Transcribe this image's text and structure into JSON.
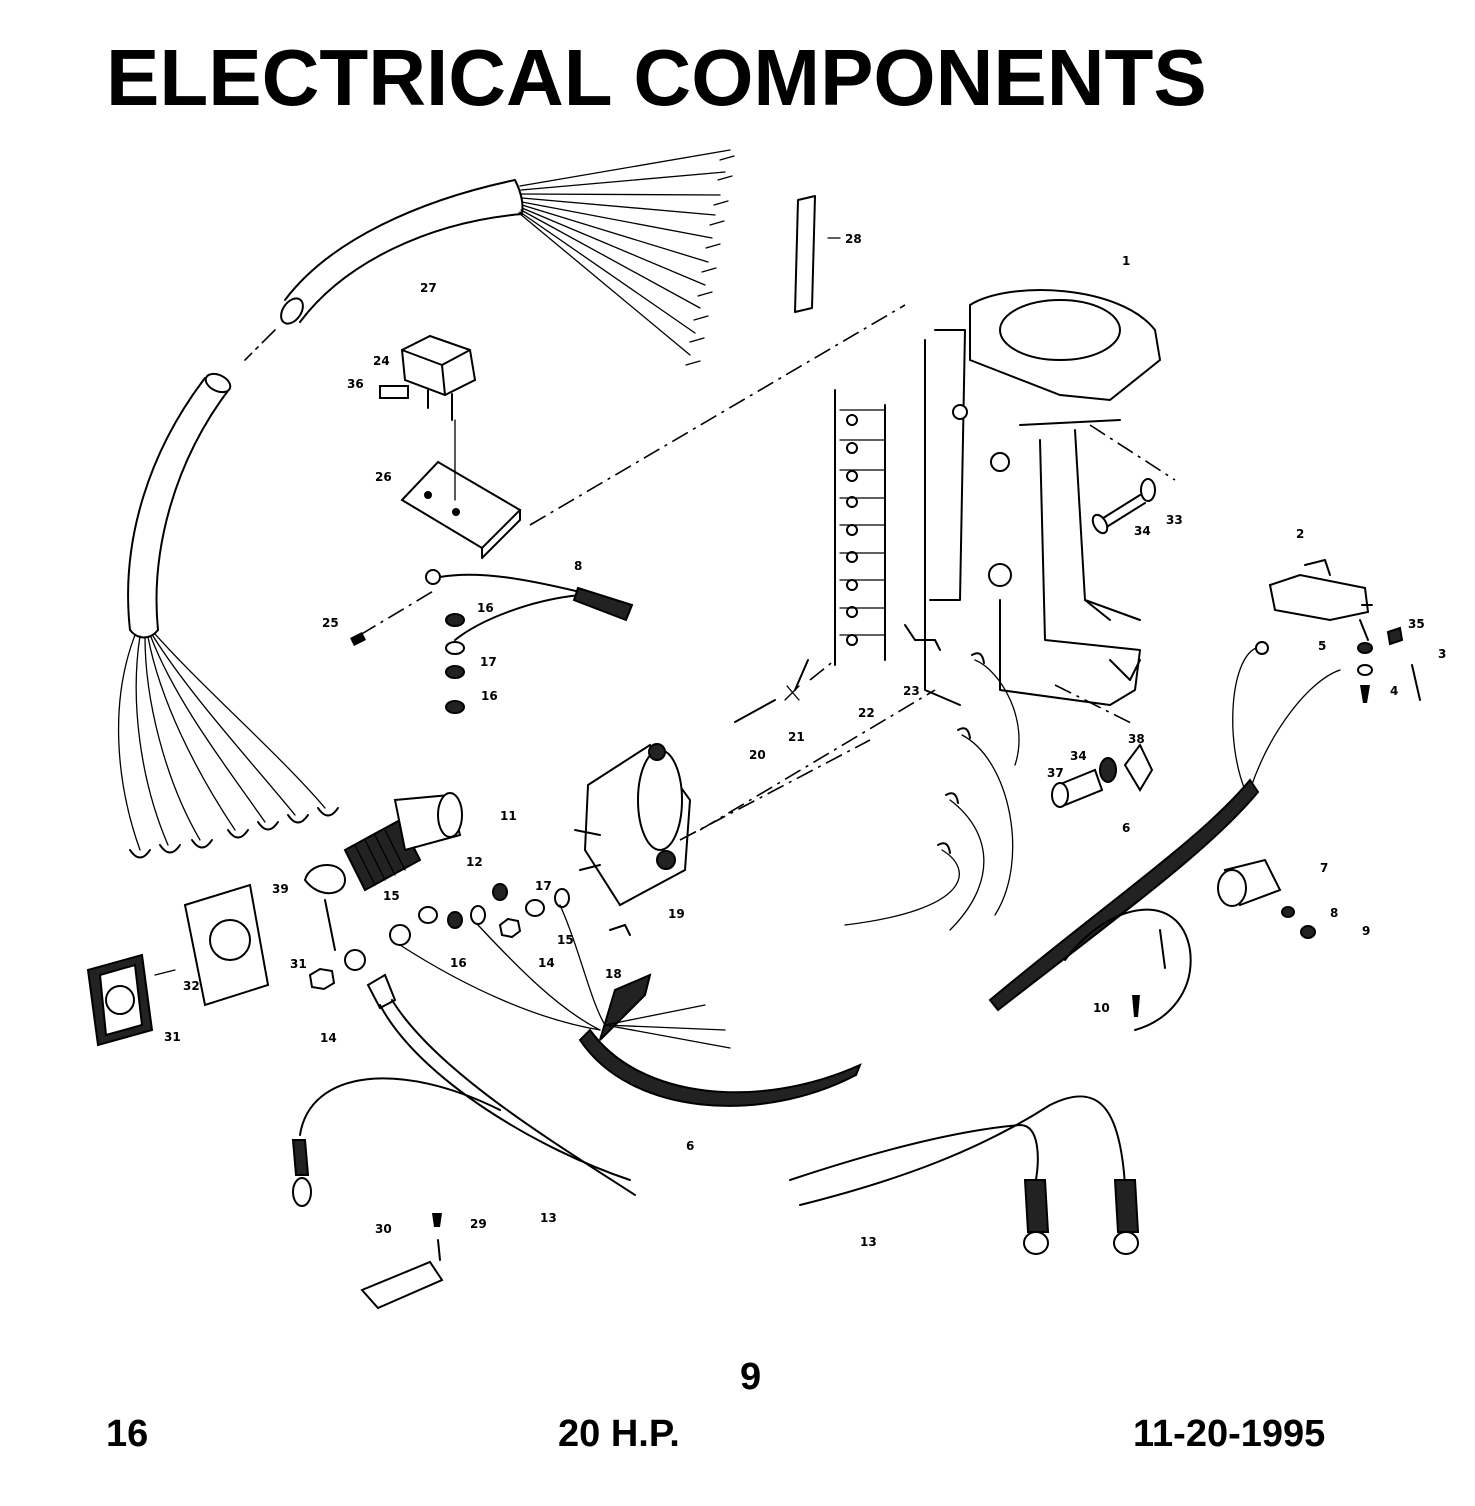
{
  "page": {
    "title": "ELECTRICAL COMPONENTS",
    "page_ref": "9",
    "page_number": "16",
    "model": "20 H.P.",
    "date": "11-20-1995"
  },
  "diagram": {
    "callouts": [
      {
        "id": "c1",
        "label": "1"
      },
      {
        "id": "c2",
        "label": "2"
      },
      {
        "id": "c3",
        "label": "3"
      },
      {
        "id": "c4",
        "label": "4"
      },
      {
        "id": "c5",
        "label": "5"
      },
      {
        "id": "c6a",
        "label": "6"
      },
      {
        "id": "c6b",
        "label": "6"
      },
      {
        "id": "c7",
        "label": "7"
      },
      {
        "id": "c8a",
        "label": "8"
      },
      {
        "id": "c8b",
        "label": "8"
      },
      {
        "id": "c9",
        "label": "9"
      },
      {
        "id": "c10",
        "label": "10"
      },
      {
        "id": "c11",
        "label": "11"
      },
      {
        "id": "c12",
        "label": "12"
      },
      {
        "id": "c13a",
        "label": "13"
      },
      {
        "id": "c13b",
        "label": "13"
      },
      {
        "id": "c14a",
        "label": "14"
      },
      {
        "id": "c14b",
        "label": "14"
      },
      {
        "id": "c15a",
        "label": "15"
      },
      {
        "id": "c15b",
        "label": "15"
      },
      {
        "id": "c16a",
        "label": "16"
      },
      {
        "id": "c16b",
        "label": "16"
      },
      {
        "id": "c16c",
        "label": "16"
      },
      {
        "id": "c17a",
        "label": "17"
      },
      {
        "id": "c17b",
        "label": "17"
      },
      {
        "id": "c18",
        "label": "18"
      },
      {
        "id": "c19",
        "label": "19"
      },
      {
        "id": "c20",
        "label": "20"
      },
      {
        "id": "c21",
        "label": "21"
      },
      {
        "id": "c22",
        "label": "22"
      },
      {
        "id": "c23",
        "label": "23"
      },
      {
        "id": "c24",
        "label": "24"
      },
      {
        "id": "c25",
        "label": "25"
      },
      {
        "id": "c26",
        "label": "26"
      },
      {
        "id": "c27",
        "label": "27"
      },
      {
        "id": "c28",
        "label": "28"
      },
      {
        "id": "c29",
        "label": "29"
      },
      {
        "id": "c30",
        "label": "30"
      },
      {
        "id": "c31a",
        "label": "31"
      },
      {
        "id": "c31b",
        "label": "31"
      },
      {
        "id": "c32",
        "label": "32"
      },
      {
        "id": "c33",
        "label": "33"
      },
      {
        "id": "c34a",
        "label": "34"
      },
      {
        "id": "c34b",
        "label": "34"
      },
      {
        "id": "c35",
        "label": "35"
      },
      {
        "id": "c36",
        "label": "36"
      },
      {
        "id": "c37",
        "label": "37"
      },
      {
        "id": "c38",
        "label": "38"
      },
      {
        "id": "c39",
        "label": "39"
      }
    ]
  }
}
